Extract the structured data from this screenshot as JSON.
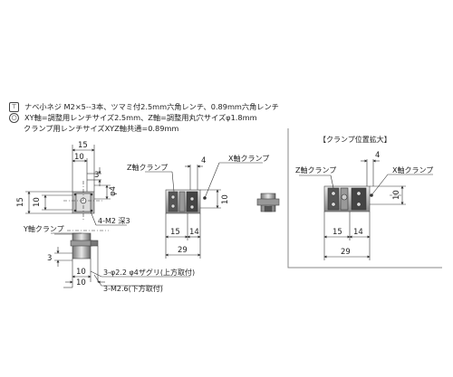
{
  "notes": {
    "line1": "ナベ小ネジ M2×5--3本、ツマミ付2.5mm六角レンチ、0.89mm六角レンチ",
    "line2": "XY軸=調整用レンチサイズ2.5mm、Z軸=調整用丸穴サイズφ1.8mm",
    "line3": "クランプ用レンチサイズXYZ軸共通=0.89mm",
    "icon1": "screw-icon",
    "icon2": "wrench-icon"
  },
  "left_view": {
    "dim_15_top": "15",
    "dim_10_top": "10",
    "dim_3_top": "3",
    "dim_phi4": "φ4",
    "dim_15_left": "15",
    "dim_10_left": "10",
    "dim_4m2": "4-M2 深3",
    "y_clamp": "Y軸クランプ",
    "dim_3_lower": "3",
    "dim_10_bottom": "10",
    "dim_10_lower": "10",
    "hole_note_1": "3-φ2.2 φ4ザグリ(上方取付)",
    "hole_note_2": "3-M2.6(下方取付)"
  },
  "middle_view": {
    "z_clamp": "Z軸クランプ",
    "x_clamp": "X軸クランプ",
    "dim_4": "4",
    "dim_10": "10",
    "dim_15": "15",
    "dim_14": "14",
    "dim_29": "29"
  },
  "detail_view": {
    "title": "【クランプ位置拡大】",
    "z_clamp": "Z軸クランプ",
    "x_clamp": "X軸クランプ",
    "dim_4": "4",
    "dim_10": "10",
    "dim_15": "15",
    "dim_14": "14",
    "dim_29": "29"
  }
}
